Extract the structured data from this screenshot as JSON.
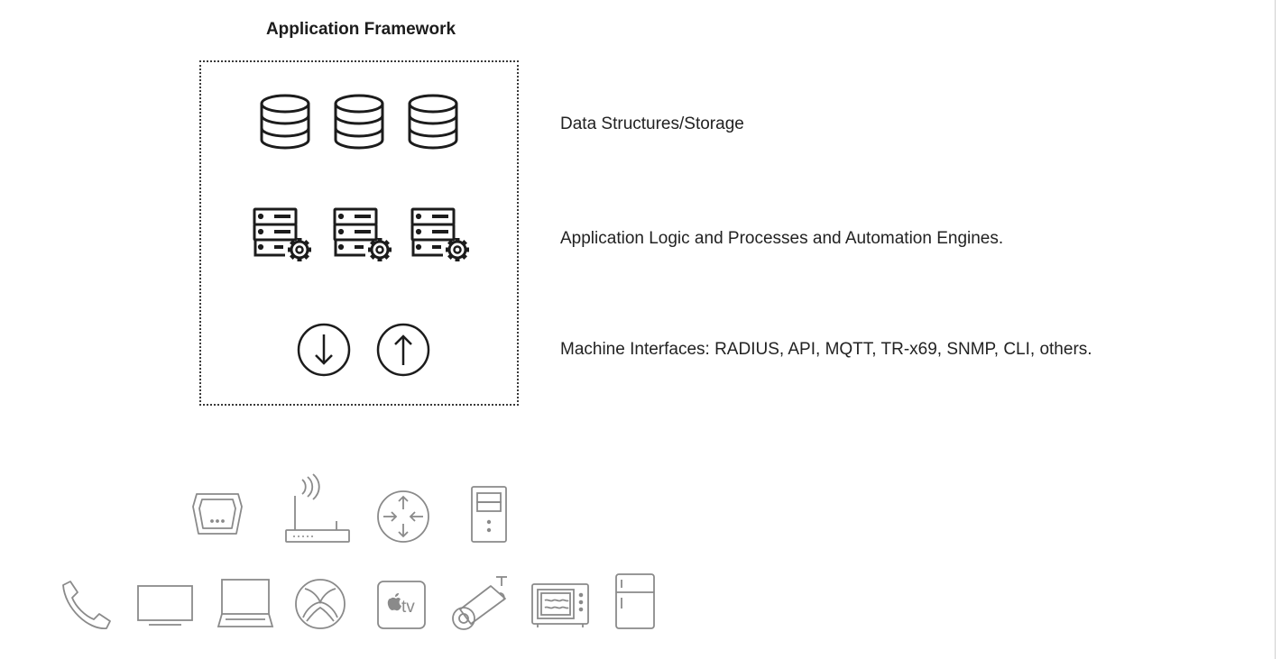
{
  "title": "Application Framework",
  "layers": [
    {
      "label": "Data Structures/Storage",
      "icon": "database-icon",
      "count": 3
    },
    {
      "label": "Application Logic and Processes and Automation Engines.",
      "icon": "server-gear-icon",
      "count": 3
    },
    {
      "label": "Machine Interfaces: RADIUS, API, MQTT, TR-x69, SNMP, CLI, others.",
      "icons": [
        "arrow-down-circle-icon",
        "arrow-up-circle-icon"
      ]
    }
  ],
  "network_devices": [
    "modem-icon",
    "wifi-router-icon",
    "network-router-icon",
    "server-tower-icon"
  ],
  "end_devices": [
    "phone-icon",
    "monitor-icon",
    "laptop-icon",
    "xbox-icon",
    "apple-tv-icon",
    "security-camera-icon",
    "microwave-icon",
    "refrigerator-icon"
  ],
  "apple_tv_text": "tv"
}
